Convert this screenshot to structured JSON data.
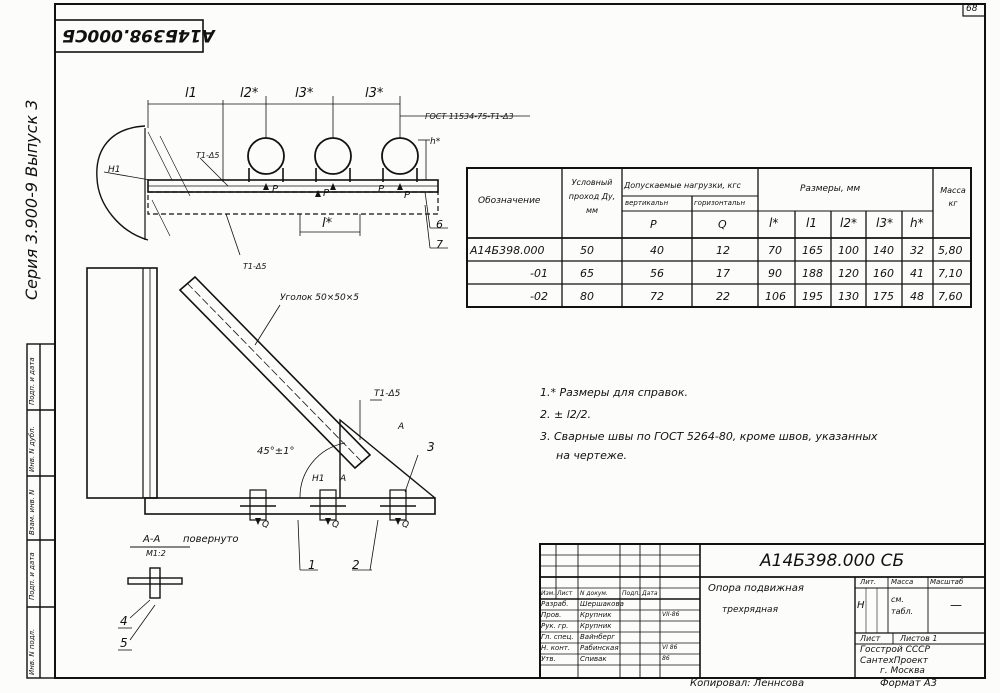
{
  "sheet_no": "68",
  "top_code": "А14Б398.000СБ",
  "series": "Серия 3.900-9 Выпуск 3",
  "left_strip": [
    "Инв. N подл.",
    "Подп. и дата",
    "Взам. инв. N",
    "Инв. N дубл.",
    "Подп. и дата"
  ],
  "drawing": {
    "dims_top": [
      "l1",
      "l2*",
      "l3*",
      "l3*"
    ],
    "gost_label": "ГОСТ 11534-75-Т1-Δ3",
    "weld_t1_d5": "Т1-Δ5",
    "weld_t1_d5_b": "Т1-Δ5",
    "h1": "Н1",
    "p_labels": [
      "P",
      "P",
      "P",
      "P"
    ],
    "l_star": "l*",
    "h_star": "h*",
    "callouts_top": [
      "6",
      "7"
    ],
    "angle_label": "Уголок 50×50×5",
    "weld_bottom": "Т1-Δ5",
    "angle_dim": "45°±1°",
    "h1b": "Н1",
    "section_a": "А",
    "section_a2": "А",
    "q_labels": [
      "Q",
      "Q",
      "Q"
    ],
    "callouts_bottom": [
      "1",
      "2",
      "3"
    ],
    "section_title": "А-А",
    "section_turned": "повернуто",
    "section_scale": "М1:2",
    "callouts_section": [
      "4",
      "5"
    ]
  },
  "table": {
    "headers": {
      "designation": "Обозначение",
      "nominal": "Условный проход Ду, мм",
      "loads": "Допускаемые нагрузки, кгс",
      "vertical": "вертикальн",
      "horizontal": "горизонтальн",
      "p": "P",
      "q": "Q",
      "sizes": "Размеры, мм",
      "l_star": "l*",
      "l1": "l1",
      "l2": "l2*",
      "l3": "l3*",
      "h": "h*",
      "mass": "Масса кг"
    },
    "rows": [
      {
        "designation": "А14Б398.000",
        "du": "50",
        "p": "40",
        "q": "12",
        "l": "70",
        "l1": "165",
        "l2": "100",
        "l3": "140",
        "h": "32",
        "mass": "5,80"
      },
      {
        "designation": "-01",
        "du": "65",
        "p": "56",
        "q": "17",
        "l": "90",
        "l1": "188",
        "l2": "120",
        "l3": "160",
        "h": "41",
        "mass": "7,10"
      },
      {
        "designation": "-02",
        "du": "80",
        "p": "72",
        "q": "22",
        "l": "106",
        "l1": "195",
        "l2": "130",
        "l3": "175",
        "h": "48",
        "mass": "7,60"
      }
    ]
  },
  "notes": [
    "1.* Размеры для справок.",
    "2. ± l2/2.",
    "3. Сварные швы по ГОСТ 5264-80, кроме швов, указанных",
    "на чертеже."
  ],
  "title_block": {
    "code": "А14Б398.000 СБ",
    "name_line1": "Опора подвижная",
    "name_line2": "трехрядная",
    "col_izm": "Изм.",
    "col_list": "Лист",
    "col_doc": "N докум.",
    "col_sign": "Подп.",
    "col_date": "Дата",
    "roles": [
      {
        "role": "Разраб.",
        "name": "Шершакова"
      },
      {
        "role": "Пров.",
        "name": "Крупник",
        "date": "VII-86"
      },
      {
        "role": "Рук. гр.",
        "name": "Крупник"
      },
      {
        "role": "Гл. спец.",
        "name": "Вайнберг"
      },
      {
        "role": "Н. конт.",
        "name": "Рабинская",
        "date": "VI 86"
      },
      {
        "role": "Утв.",
        "name": "Спивак",
        "date": "86"
      }
    ],
    "lit": "Лит.",
    "mass": "Масса",
    "scale": "Масштаб",
    "lit_val": "Н",
    "mass_val": "см. табл.",
    "scale_val": "—",
    "sheet": "Лист",
    "sheets": "Листов 1",
    "org1": "Госстрой СССР",
    "org2": "СантехПроект",
    "org3": "г. Москва"
  },
  "copied": "Копировал: Леннсова",
  "format": "Формат А3"
}
